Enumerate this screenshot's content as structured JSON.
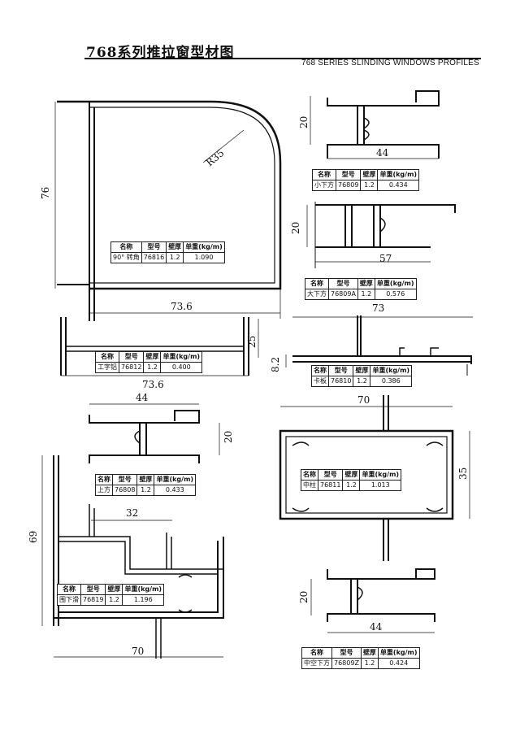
{
  "header": {
    "title": "768系列推拉窗型材图",
    "subtitle": "768 SERIES SLINDING WINDOWS PROFILES"
  },
  "table_headers": {
    "name": "名称",
    "model": "型号",
    "wall": "壁厚",
    "weight": "单重(kg/m)"
  },
  "profiles": [
    {
      "id": "corner",
      "name": "90° 转角",
      "model": "76816",
      "wall": "1.2",
      "weight": "1.090",
      "dims": [
        "76",
        "R35",
        "73.6"
      ]
    },
    {
      "id": "small-lower",
      "name": "小下方",
      "model": "76809",
      "wall": "1.2",
      "weight": "0.434",
      "dims": [
        "20",
        "44"
      ]
    },
    {
      "id": "large-lower",
      "name": "大下方",
      "model": "76809A",
      "wall": "1.2",
      "weight": "0.576",
      "dims": [
        "20",
        "57"
      ]
    },
    {
      "id": "i-beam",
      "name": "工字铝",
      "model": "76812",
      "wall": "1.2",
      "weight": "0.400",
      "dims": [
        "25",
        "73.6"
      ]
    },
    {
      "id": "clip",
      "name": "卡板",
      "model": "76810",
      "wall": "1.2",
      "weight": "0.386",
      "dims": [
        "73",
        "8.2"
      ]
    },
    {
      "id": "upper",
      "name": "上方",
      "model": "76808",
      "wall": "1.2",
      "weight": "0.433",
      "dims": [
        "44",
        "20"
      ]
    },
    {
      "id": "mullion",
      "name": "中柱",
      "model": "76811",
      "wall": "1.2",
      "weight": "1.013",
      "dims": [
        "70",
        "35"
      ]
    },
    {
      "id": "frame-slide",
      "name": "围下滑",
      "model": "76819",
      "wall": "1.2",
      "weight": "1.196",
      "dims": [
        "69",
        "32",
        "70"
      ]
    },
    {
      "id": "hollow-lower",
      "name": "中空下方",
      "model": "76809Z",
      "wall": "1.2",
      "weight": "0.424",
      "dims": [
        "20",
        "44"
      ]
    }
  ]
}
